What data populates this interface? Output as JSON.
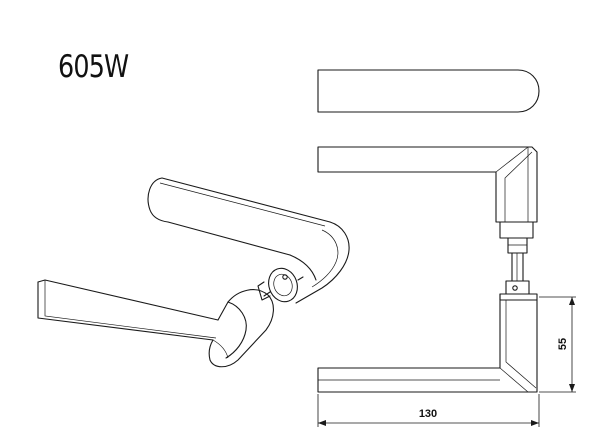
{
  "title": "605W",
  "dimensions": {
    "width_label": "130",
    "height_label": "55"
  }
}
